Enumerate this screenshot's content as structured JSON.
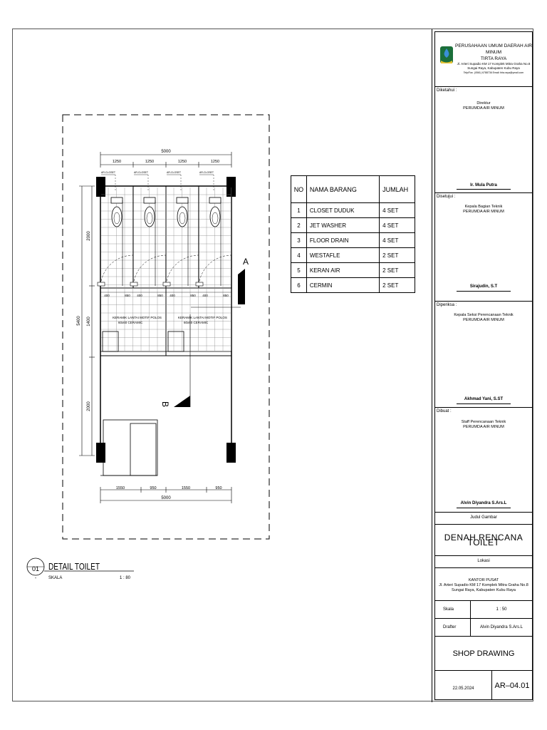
{
  "title_block": {
    "company_name": "PERUSAHAAN UMUM DAERAH AIR MINUM",
    "company_sub": "TIRTA RAYA",
    "company_address1": "Jl. Arteri Supadio KM 17 Komplek Mitra Graha No.8",
    "company_address2": "Sungai Raya, Kabupaten Kubu Raya",
    "company_contact": "Telp/Fax. (0561) 6788736 Email: tirta.raya@ymail.com",
    "known_label": "Diketahui :",
    "known_role": "Direktur",
    "known_org": "PERUMDA AIR MINUM",
    "known_name": "Ir. Mula Putra",
    "approved_label": "Disetujui :",
    "approved_role": "Kepala Bagian Teknik",
    "approved_org": "PERUMDA AIR MINUM",
    "approved_name": "Sirajudin, S.T",
    "checked_label": "Diperiksa :",
    "checked_role": "Kepala Seksi Perencanaan Teknik",
    "checked_org": "PERUMDA AIR MINUM",
    "checked_name": "Akhmad Yani, S.ST",
    "made_label": "Dibuat :",
    "made_role": "Staff Perencanaan Teknik",
    "made_org": "PERUMDA AIR MINUM",
    "made_name": "Alvin Diyandra S.Ars.L",
    "drawing_title_label": "Judul Gambar",
    "drawing_title": "DENAH RENCANA TOILET",
    "location_label": "Lokasi",
    "location_name": "KANTOR PUSAT",
    "location_address1": "Jl. Arteri Supadio KM 17 Komplek Mitra Graha No.8",
    "location_address2": "Sungai Raya, Kabupaten Kubu Raya",
    "scale_label": "Skala",
    "scale_value": "1 : 50",
    "drafter_label": "Drafter",
    "drafter_value": "Alvin Diyandra S.Ars.L",
    "drawing_type": "SHOP DRAWING",
    "date": "22.05.2024",
    "sheet_no": "AR–04.01"
  },
  "detail": {
    "number": "01",
    "title": "DETAIL TOILET",
    "scale_prefix": "-",
    "scale_label": "SKALA",
    "scale_value": "1 : 80"
  },
  "items_table": {
    "headers": [
      "NO",
      "NAMA BARANG",
      "JUMLAH"
    ],
    "rows": [
      [
        "1",
        "CLOSET DUDUK",
        "4 SET"
      ],
      [
        "2",
        "JET WASHER",
        "4 SET"
      ],
      [
        "3",
        "FLOOR DRAIN",
        "4 SET"
      ],
      [
        "4",
        "WESTAFLE",
        "2 SET"
      ],
      [
        "5",
        "KERAN AIR",
        "2 SET"
      ],
      [
        "6",
        "CERMIN",
        "2 SET"
      ]
    ]
  },
  "plan": {
    "dim_top_total": "5000",
    "dim_top_parts": [
      "1250",
      "1250",
      "1250",
      "1250"
    ],
    "dim_bottom_total": "5000",
    "dim_bottom_parts": [
      "1550",
      "950",
      "1550",
      "950"
    ],
    "dim_left_total": "5400",
    "dim_left_parts": [
      "2000",
      "1400",
      "2000"
    ],
    "dim_under_cubicles": [
      "400",
      "850",
      "400",
      "850",
      "400",
      "850",
      "400",
      "850"
    ],
    "fixture_tags": [
      "AR-CLOSET",
      "AR-CLOSET",
      "AR-CLOSET",
      "AR-CLOSET"
    ],
    "counter_labels": [
      "KERAMIK LANTAI MOTIF POLOS",
      "KERAMIK LANTAI MOTIF POLOS"
    ],
    "counter_sub": [
      "60x60 CERAMIC",
      "60x60 CERAMIC"
    ],
    "section_a": "A",
    "section_b": "B"
  }
}
